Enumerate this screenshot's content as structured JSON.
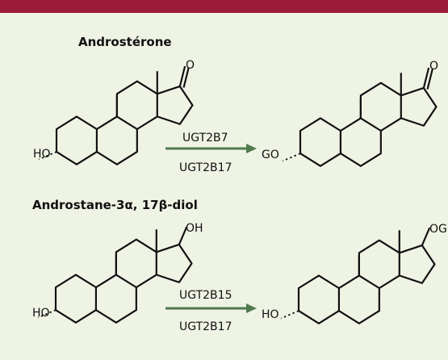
{
  "reaction1": {
    "title": "Androstérone",
    "substrate_hydroxyl": "HO",
    "substrate_ketone": "O",
    "enzyme1": "UGT2B7",
    "enzyme2": "UGT2B17",
    "product_glucuronide": "GO",
    "product_ketone": "O"
  },
  "reaction2": {
    "title": "Androstane-3α, 17β-diol",
    "substrate_hydroxyl": "HO",
    "substrate_17_group": "OH",
    "enzyme1": "UGT2B15",
    "enzyme2": "UGT2B17",
    "product_hydroxyl": "HO",
    "product_17_group": "OG"
  },
  "colors": {
    "top_bar": "#9b1b36",
    "background": "#eef3e4",
    "arrow": "#4f7a4e"
  }
}
